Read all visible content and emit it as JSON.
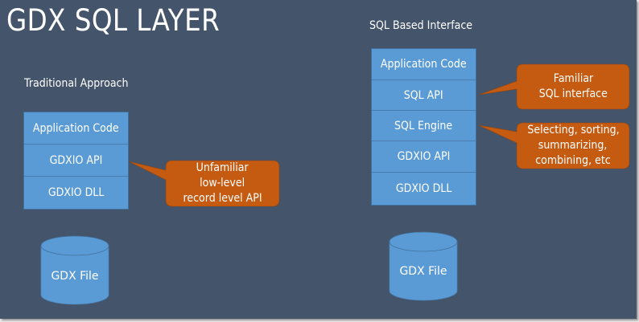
{
  "title": "GDX SQL LAYER",
  "colors": {
    "background": "#44546a",
    "layer_fill": "#5b9bd5",
    "callout_fill": "#c55a11"
  },
  "traditional": {
    "heading": "Traditional Approach",
    "layers": [
      "Application Code",
      "GDXIO API",
      "GDXIO DLL"
    ],
    "callout": [
      "Unfamiliar",
      "low-level",
      "record level API"
    ],
    "file_label": "GDX File"
  },
  "sql_based": {
    "heading": "SQL Based Interface",
    "layers": [
      "Application Code",
      "SQL API",
      "SQL Engine",
      "GDXIO API",
      "GDXIO DLL"
    ],
    "callouts": [
      {
        "lines": [
          "Familiar",
          "SQL interface"
        ]
      },
      {
        "lines": [
          "Selecting, sorting,",
          "summarizing,",
          "combining, etc"
        ]
      }
    ],
    "file_label": "GDX File"
  }
}
